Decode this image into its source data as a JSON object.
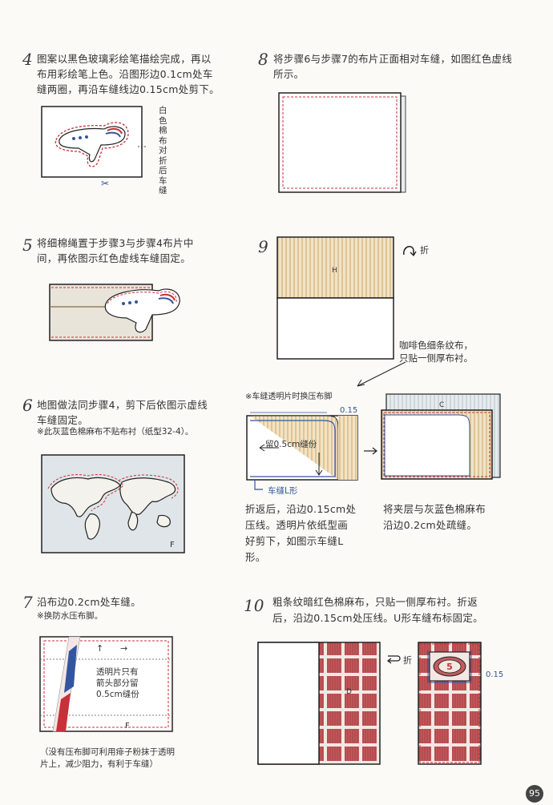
{
  "steps": [
    {
      "num": "4",
      "lines": [
        "图案以黑色玻璃彩绘笔描绘完成，再以",
        "布用彩绘笔上色。沿图形边0.1cm处车",
        "缝两圈，再沿车缝线边0.15cm处剪下。"
      ],
      "side_label": "白色棉布对折后车缝"
    },
    {
      "num": "5",
      "lines": [
        "将细棉绳置于步骤3与步骤4布片中",
        "间，再依图示红色虚线车缝固定。"
      ]
    },
    {
      "num": "6",
      "lines": [
        "地图做法同步骤4，剪下后依图示虚线",
        "车缝固定。"
      ],
      "note": "※此灰蓝色棉麻布不贴布衬（纸型32-4）。",
      "fig_label": "F"
    },
    {
      "num": "7",
      "lines": [
        "沿布边0.2cm处车缝。"
      ],
      "note": "※换防水压布脚。",
      "fig_text": [
        "透明片只有",
        "箭头部分留",
        "0.5cm缝份"
      ],
      "fig_label": "F",
      "bottom_note": [
        "（没有压布脚可利用痱子粉抹于透明",
        "片上，减少阻力，有利于车缝）"
      ]
    },
    {
      "num": "8",
      "lines": [
        "将步骤6与步骤7的布片正面相对车缝，如图红色虚线",
        "所示。"
      ]
    },
    {
      "num": "9",
      "fold_label": "折",
      "fig_label_h": "H",
      "callout": [
        "咖啡色细条纹布，",
        "只贴一侧厚布衬。"
      ],
      "note": "※车缝透明片时换压布脚",
      "dim": "0.15",
      "seam_label": "留0.5cm缝份",
      "l_label": "车缝L形",
      "label_c": "C",
      "left_text": [
        "折返后，沿边0.15cm处",
        "压线。透明片依纸型画",
        "好剪下，如图示车缝L",
        "形。"
      ],
      "right_text": [
        "将夹层与灰蓝色棉麻布",
        "沿边0.2cm处疏缝。"
      ]
    },
    {
      "num": "10",
      "lines": [
        "粗条纹暗红色棉麻布，只贴一侧厚布衬。折返",
        "后，沿边0.15cm处压线。U形车缝布标固定。"
      ],
      "fold_label": "折",
      "label_d": "D",
      "dim": "0.15",
      "tag_number": "5"
    }
  ],
  "page_number": "95"
}
